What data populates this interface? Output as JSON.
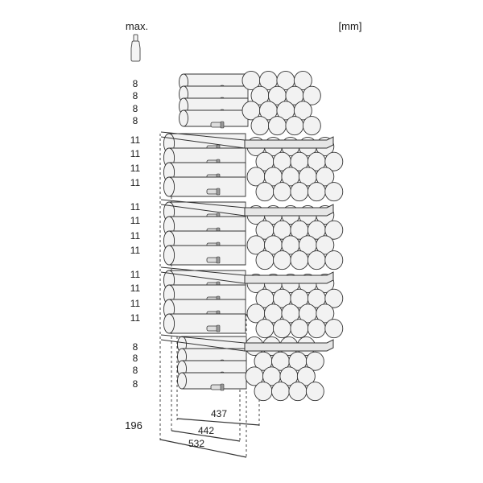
{
  "header": {
    "max_label": "max.",
    "unit_label": "[mm]"
  },
  "bottle_counts": [
    "8",
    "8",
    "8",
    "8",
    "11",
    "11",
    "11",
    "11",
    "11",
    "11",
    "11",
    "11",
    "11",
    "11",
    "11",
    "11",
    "8",
    "8",
    "8",
    "8"
  ],
  "total": "196",
  "dimensions": {
    "d1": "437",
    "d2": "442",
    "d3": "532"
  },
  "colors": {
    "stroke": "#333333",
    "bottle_fill": "#f2f2f2",
    "shelf_fill": "#e6e6e6"
  }
}
